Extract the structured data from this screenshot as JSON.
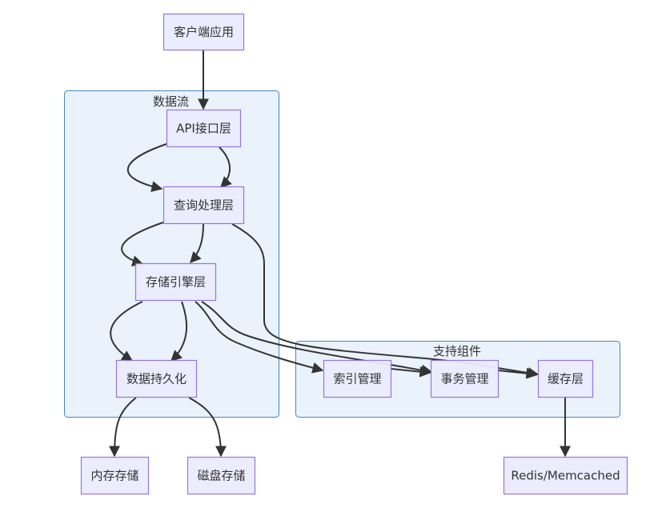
{
  "diagram": {
    "type": "flowchart",
    "direction": "TB",
    "colors": {
      "node_fill": "#ececff",
      "node_stroke": "#9370db",
      "cluster_fill": "#eaf2fc",
      "cluster_stroke": "#4a86c0",
      "edge": "#333333",
      "text": "#333333"
    },
    "clusters": [
      {
        "id": "dataflow",
        "label": "数据流"
      },
      {
        "id": "support",
        "label": "支持组件"
      }
    ],
    "nodes": [
      {
        "id": "client",
        "label": "客户端应用"
      },
      {
        "id": "api",
        "label": "API接口层"
      },
      {
        "id": "query",
        "label": "查询处理层"
      },
      {
        "id": "storage",
        "label": "存储引擎层"
      },
      {
        "id": "persist",
        "label": "数据持久化"
      },
      {
        "id": "memory",
        "label": "内存存储"
      },
      {
        "id": "disk",
        "label": "磁盘存储"
      },
      {
        "id": "index",
        "label": "索引管理"
      },
      {
        "id": "txn",
        "label": "事务管理"
      },
      {
        "id": "cache",
        "label": "缓存层"
      },
      {
        "id": "redis",
        "label": "Redis/Memcached"
      }
    ],
    "edges": [
      {
        "from": "client",
        "to": "api"
      },
      {
        "from": "api",
        "to": "query"
      },
      {
        "from": "api",
        "to": "query"
      },
      {
        "from": "query",
        "to": "storage"
      },
      {
        "from": "query",
        "to": "storage"
      },
      {
        "from": "query",
        "to": "cache"
      },
      {
        "from": "storage",
        "to": "persist"
      },
      {
        "from": "storage",
        "to": "persist"
      },
      {
        "from": "storage",
        "to": "index"
      },
      {
        "from": "storage",
        "to": "txn"
      },
      {
        "from": "persist",
        "to": "memory"
      },
      {
        "from": "persist",
        "to": "disk"
      },
      {
        "from": "index",
        "to": "txn"
      },
      {
        "from": "txn",
        "to": "cache"
      },
      {
        "from": "cache",
        "to": "redis"
      }
    ]
  }
}
